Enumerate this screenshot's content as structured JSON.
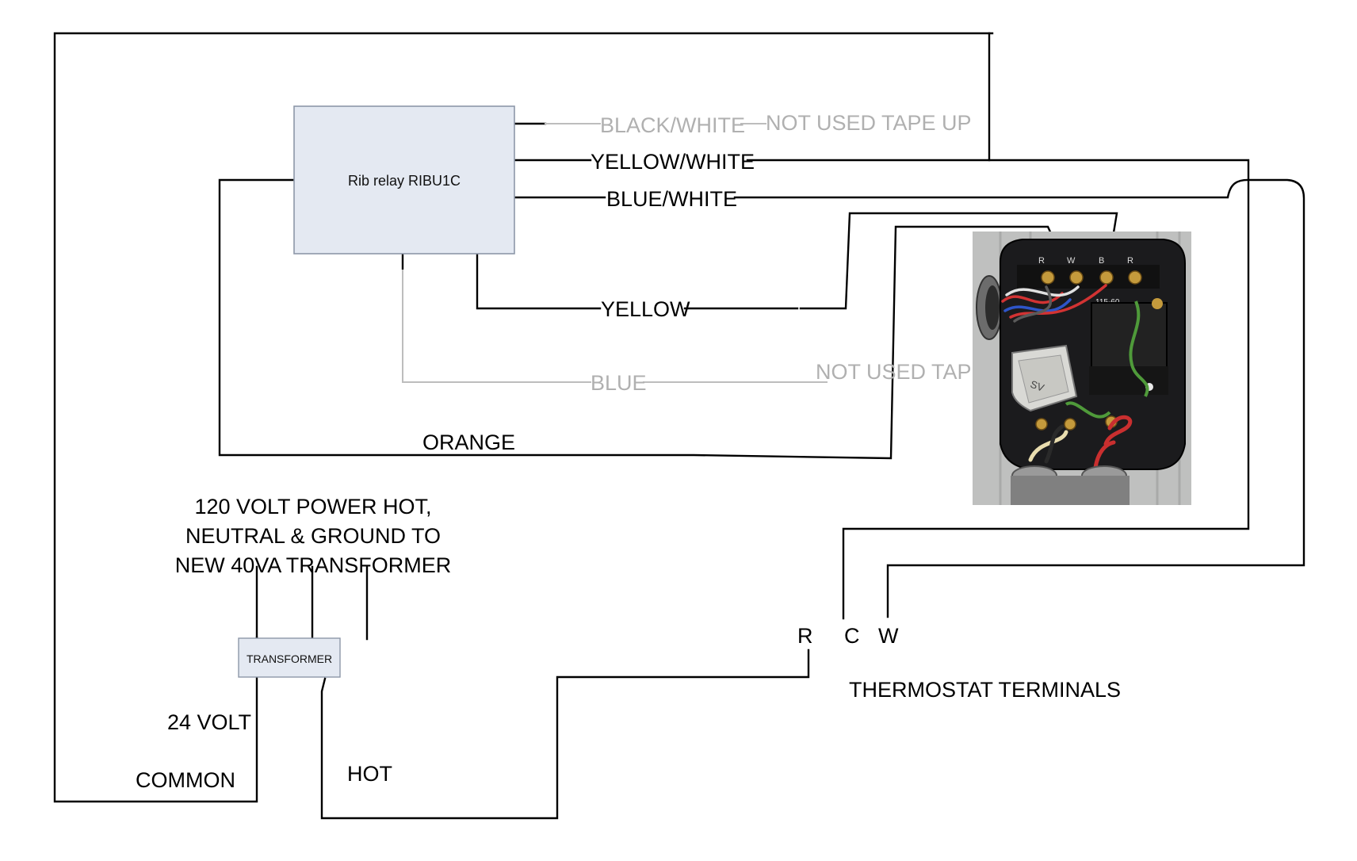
{
  "colors": {
    "active_wire": "#000000",
    "unused_wire": "#bdbdbd",
    "unused_text": "#b0b0b0",
    "box_fill": "#e4e9f2",
    "box_stroke": "#8d97a8",
    "photo_bg": "#bfc0bf",
    "photo_housing": "#1b1b1d"
  },
  "relay": {
    "label": "Rib relay RIBU1C"
  },
  "transformer": {
    "label": "TRANSFORMER"
  },
  "wire_labels": {
    "black_white": "BLACK/WHITE",
    "not_used_tape_up": "NOT USED TAPE UP",
    "yellow_white": "YELLOW/WHITE",
    "blue_white": "BLUE/WHITE",
    "yellow": "YELLOW",
    "blue": "BLUE",
    "not_used_tape": "NOT USED TAPE",
    "orange": "ORANGE"
  },
  "power_note": {
    "line1": "120 VOLT POWER HOT,",
    "line2": "NEUTRAL & GROUND TO",
    "line3": "NEW 40VA TRANSFORMER"
  },
  "secondary": {
    "voltage": "24 VOLT",
    "common": "COMMON",
    "hot": "HOT"
  },
  "thermostat": {
    "terminal_r": "R",
    "terminal_c": "C",
    "terminal_w": "W",
    "caption": "THERMOSTAT TERMINALS"
  },
  "photo": {
    "icon": "control-box-photo",
    "terminal_labels": [
      "R",
      "W",
      "B",
      "R"
    ],
    "model_text": "115-60",
    "sv_label": "SV"
  }
}
